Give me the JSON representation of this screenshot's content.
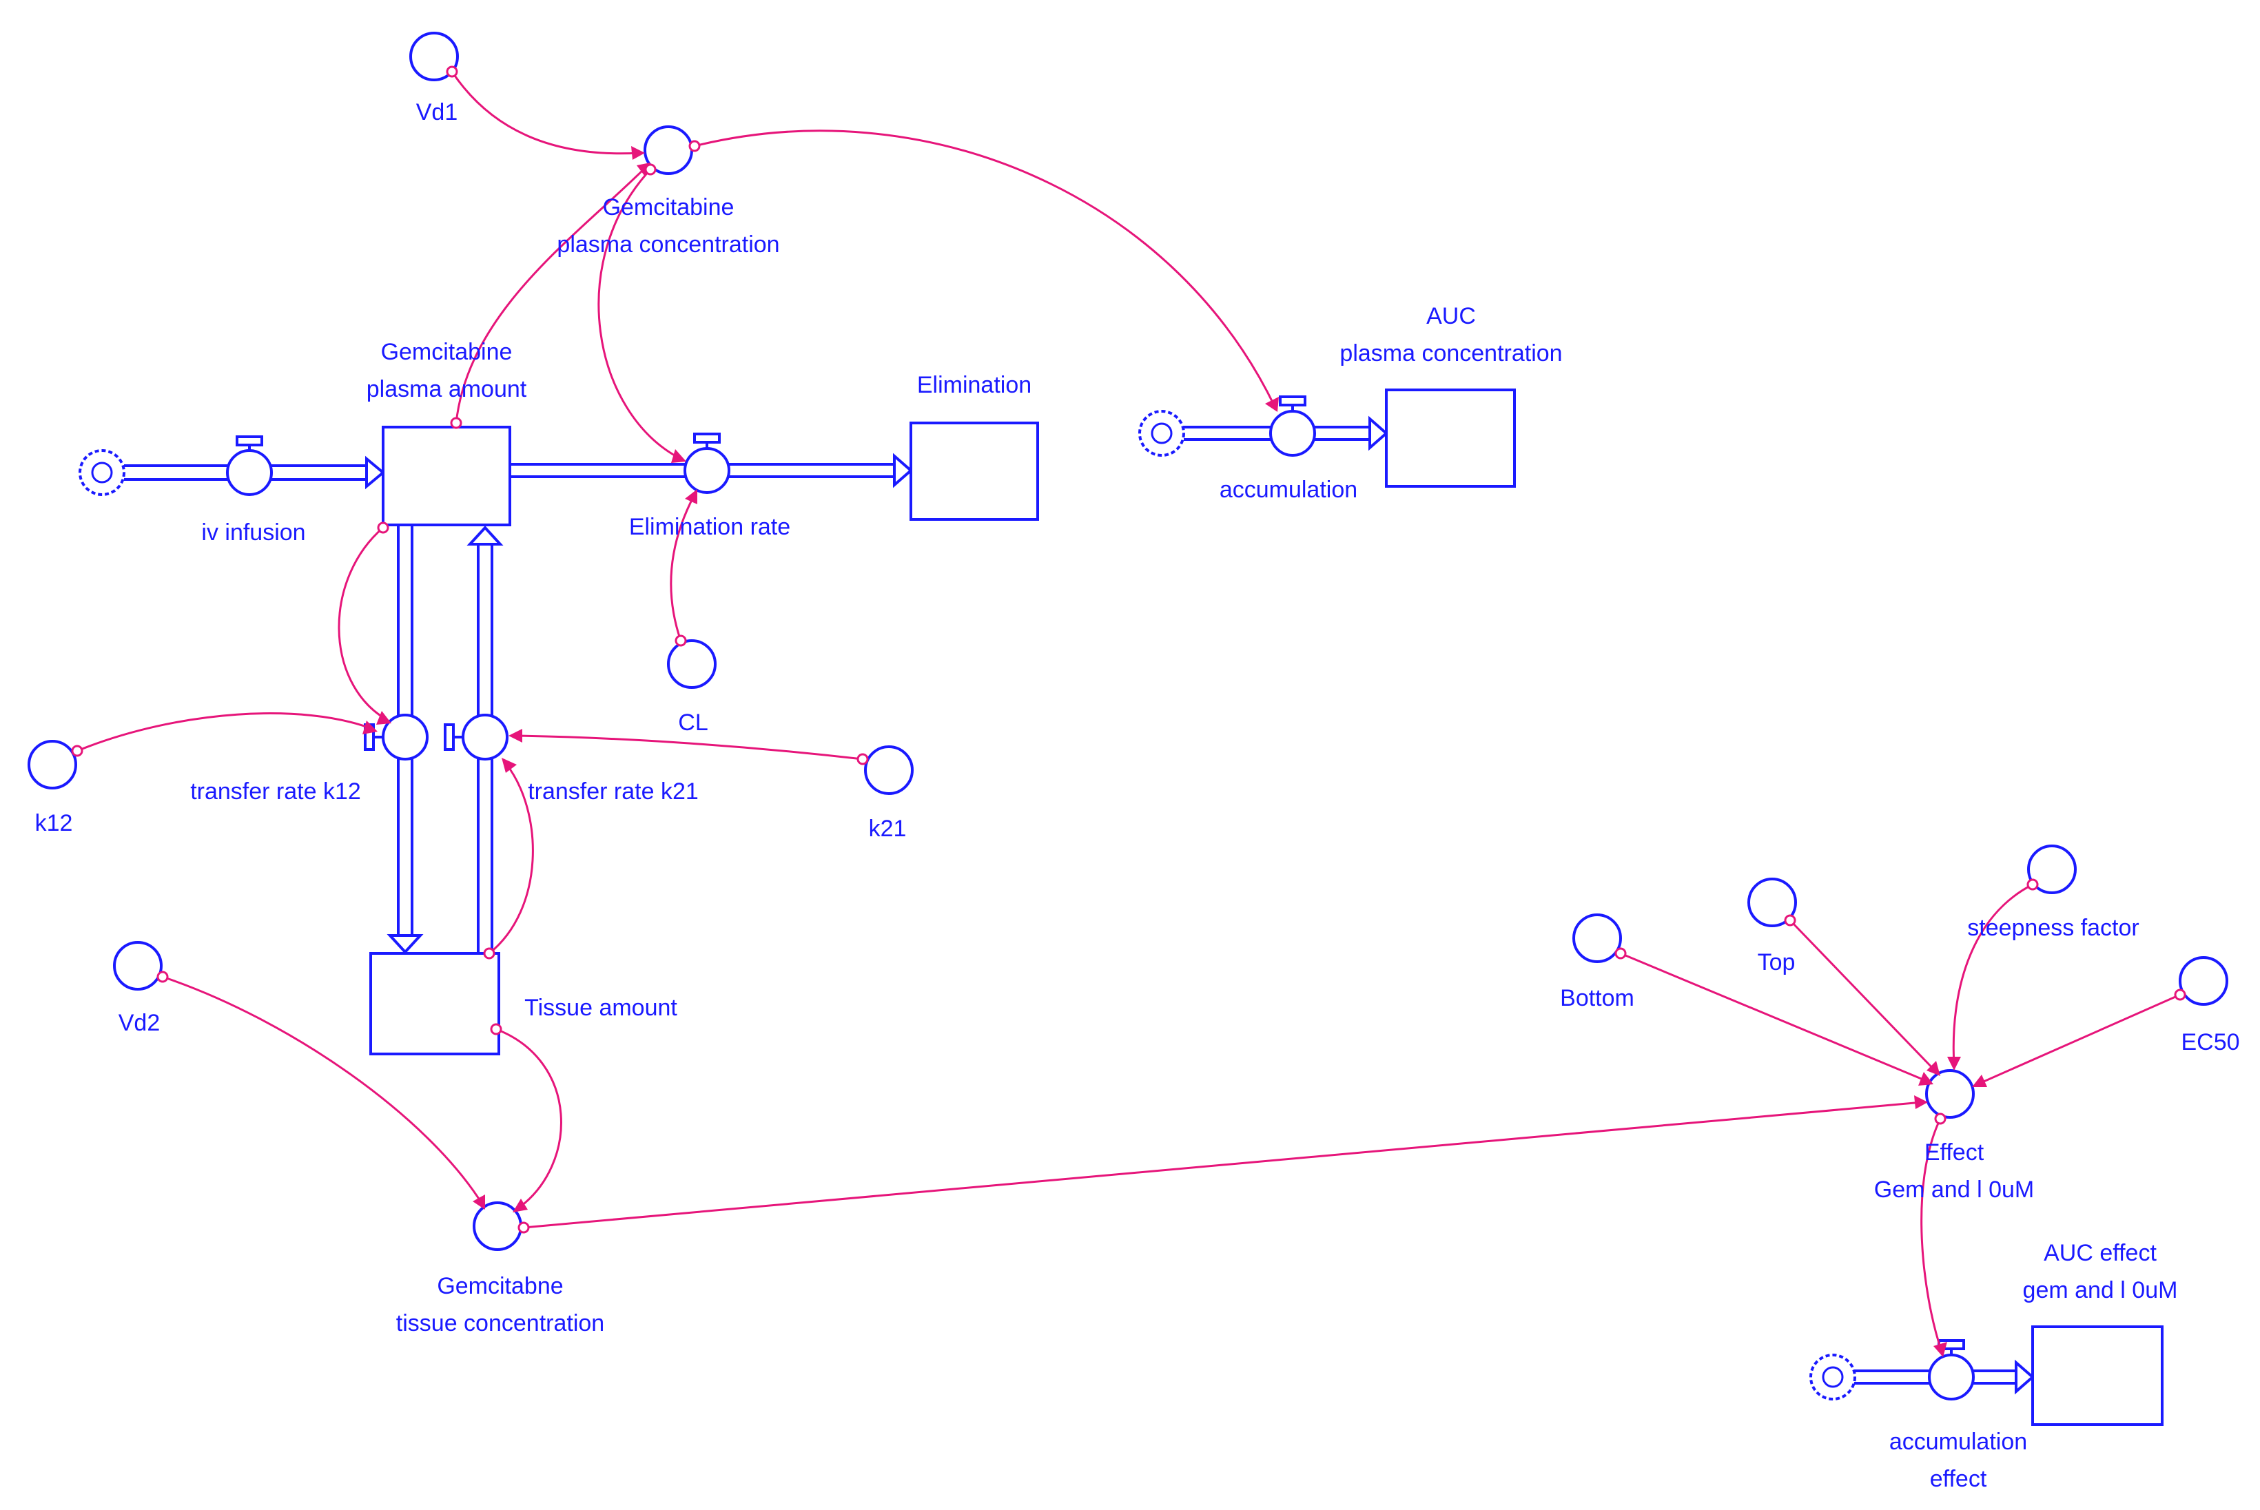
{
  "colors": {
    "structure": "#1a1aff",
    "connector": "#e6157a",
    "background": "#ffffff"
  },
  "labels": {
    "vd1": "Vd1",
    "gem_plasma_conc_1": "Gemcitabine",
    "gem_plasma_conc_2": "plasma concentration",
    "gem_plasma_amount_1": "Gemcitabine",
    "gem_plasma_amount_2": "plasma amount",
    "elimination": "Elimination",
    "auc_plasma_1": "AUC",
    "auc_plasma_2": "plasma concentration",
    "iv_infusion": "iv infusion",
    "elimination_rate": "Elimination rate",
    "accumulation": "accumulation",
    "cl": "CL",
    "k12": "k12",
    "transfer_k12": "transfer rate k12",
    "transfer_k21": "transfer rate k21",
    "k21": "k21",
    "tissue_amount": "Tissue amount",
    "vd2": "Vd2",
    "gem_tissue_conc_1": "Gemcitabne",
    "gem_tissue_conc_2": "tissue concentration",
    "bottom": "Bottom",
    "top": "Top",
    "steepness": "steepness factor",
    "ec50": "EC50",
    "effect_1": "Effect",
    "effect_2": "Gem and l 0uM",
    "auc_effect_1": "AUC effect",
    "auc_effect_2": "gem and l 0uM",
    "accumulation_effect_1": "accumulation",
    "accumulation_effect_2": "effect"
  }
}
